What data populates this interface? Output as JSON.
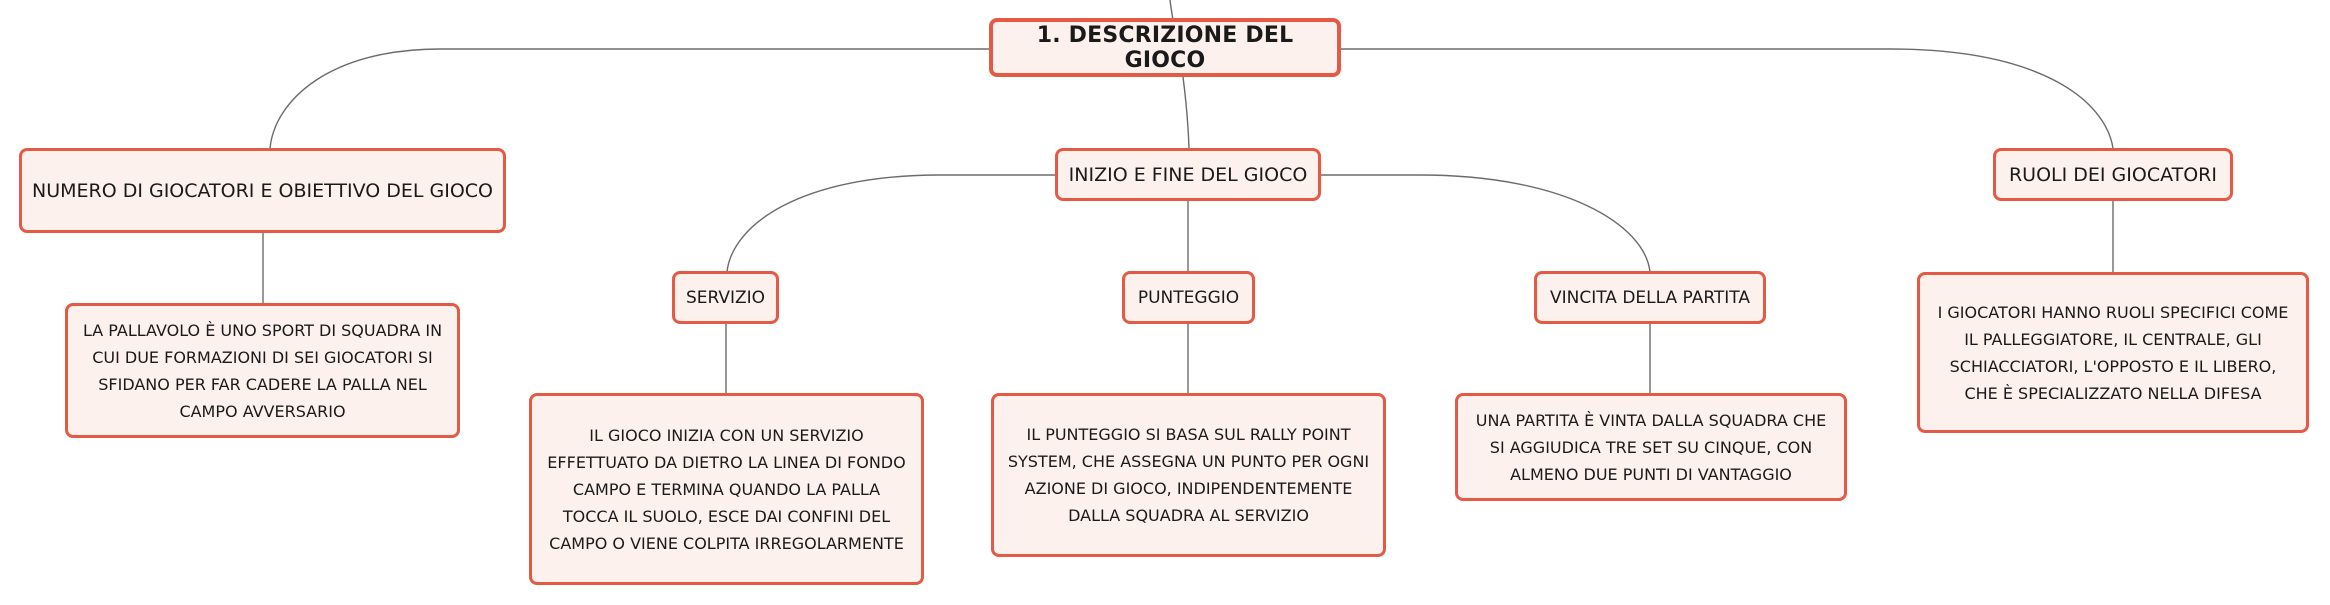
{
  "root": {
    "label": "1. DESCRIZIONE DEL GIOCO"
  },
  "topics": {
    "numero": {
      "label": "NUMERO DI GIOCATORI E OBIETTIVO DEL GIOCO",
      "detail": "LA PALLAVOLO È UNO SPORT DI SQUADRA IN CUI DUE FORMAZIONI DI SEI GIOCATORI SI SFIDANO PER FAR CADERE LA PALLA NEL CAMPO AVVERSARIO"
    },
    "inizio": {
      "label": "INIZIO E FINE DEL GIOCO"
    },
    "ruoli": {
      "label": "RUOLI DEI GIOCATORI",
      "detail": "I GIOCATORI HANNO RUOLI SPECIFICI COME IL PALLEGGIATORE, IL CENTRALE, GLI SCHIACCIATORI, L'OPPOSTO E IL LIBERO, CHE È SPECIALIZZATO NELLA DIFESA"
    }
  },
  "subtopics": {
    "servizio": {
      "label": "SERVIZIO",
      "detail": "IL GIOCO INIZIA CON UN SERVIZIO EFFETTUATO DA DIETRO LA LINEA DI FONDO CAMPO E TERMINA QUANDO LA PALLA TOCCA IL SUOLO, ESCE DAI CONFINI DEL CAMPO O VIENE COLPITA IRREGOLARMENTE"
    },
    "punteggio": {
      "label": "PUNTEGGIO",
      "detail": "IL PUNTEGGIO SI BASA SUL RALLY POINT SYSTEM, CHE ASSEGNA UN PUNTO PER OGNI AZIONE DI GIOCO, INDIPENDENTEMENTE DALLA SQUADRA AL SERVIZIO"
    },
    "vincita": {
      "label": "VINCITA DELLA PARTITA",
      "detail": "UNA PARTITA È VINTA DALLA SQUADRA CHE SI AGGIUDICA TRE SET SU CINQUE, CON ALMENO DUE PUNTI DI VANTAGGIO"
    }
  },
  "colors": {
    "border": "#e45a45",
    "fill": "#fdf1ee",
    "connector": "#6b6b6b"
  }
}
